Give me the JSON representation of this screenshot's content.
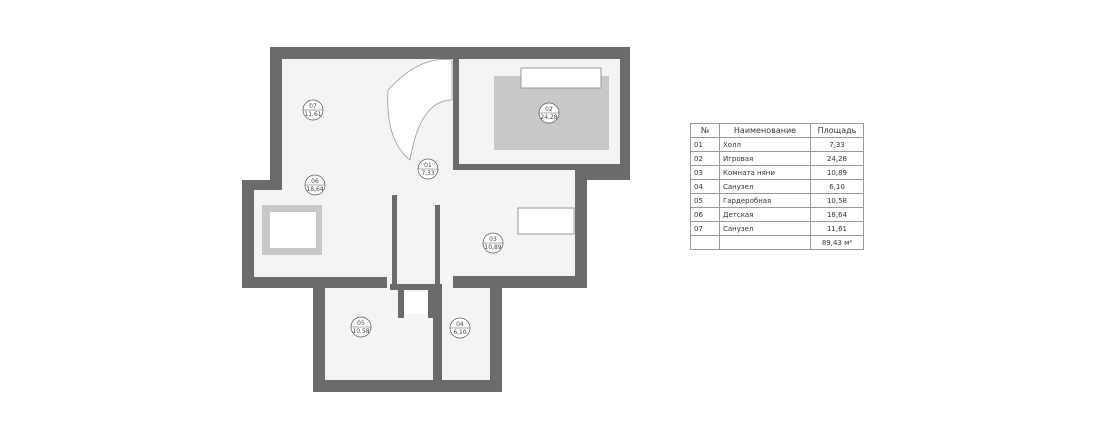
{
  "rooms": [
    {
      "num": "01",
      "area": "7,33"
    },
    {
      "num": "02",
      "area": "24,28"
    },
    {
      "num": "03",
      "area": "10,89"
    },
    {
      "num": "04",
      "area": "6,10"
    },
    {
      "num": "05",
      "area": "10,58"
    },
    {
      "num": "06",
      "area": "18,64"
    },
    {
      "num": "07",
      "area": "11,61"
    }
  ],
  "table": {
    "headers": [
      "№",
      "Наименование",
      "Площадь"
    ],
    "rows": [
      [
        "01",
        "Холл",
        "7,33"
      ],
      [
        "02",
        "Игровая",
        "24,28"
      ],
      [
        "03",
        "Комната няни",
        "10,89"
      ],
      [
        "04",
        "Санузел",
        "6,10"
      ],
      [
        "05",
        "Гардеробная",
        "10,58"
      ],
      [
        "06",
        "Детская",
        "18,64"
      ],
      [
        "07",
        "Санузел",
        "11,61"
      ]
    ],
    "total": "89,43 м²"
  },
  "colors": {
    "wall": "#6b6b6b",
    "floor": "#f2f2f2",
    "rug": "#c8c8c8"
  }
}
